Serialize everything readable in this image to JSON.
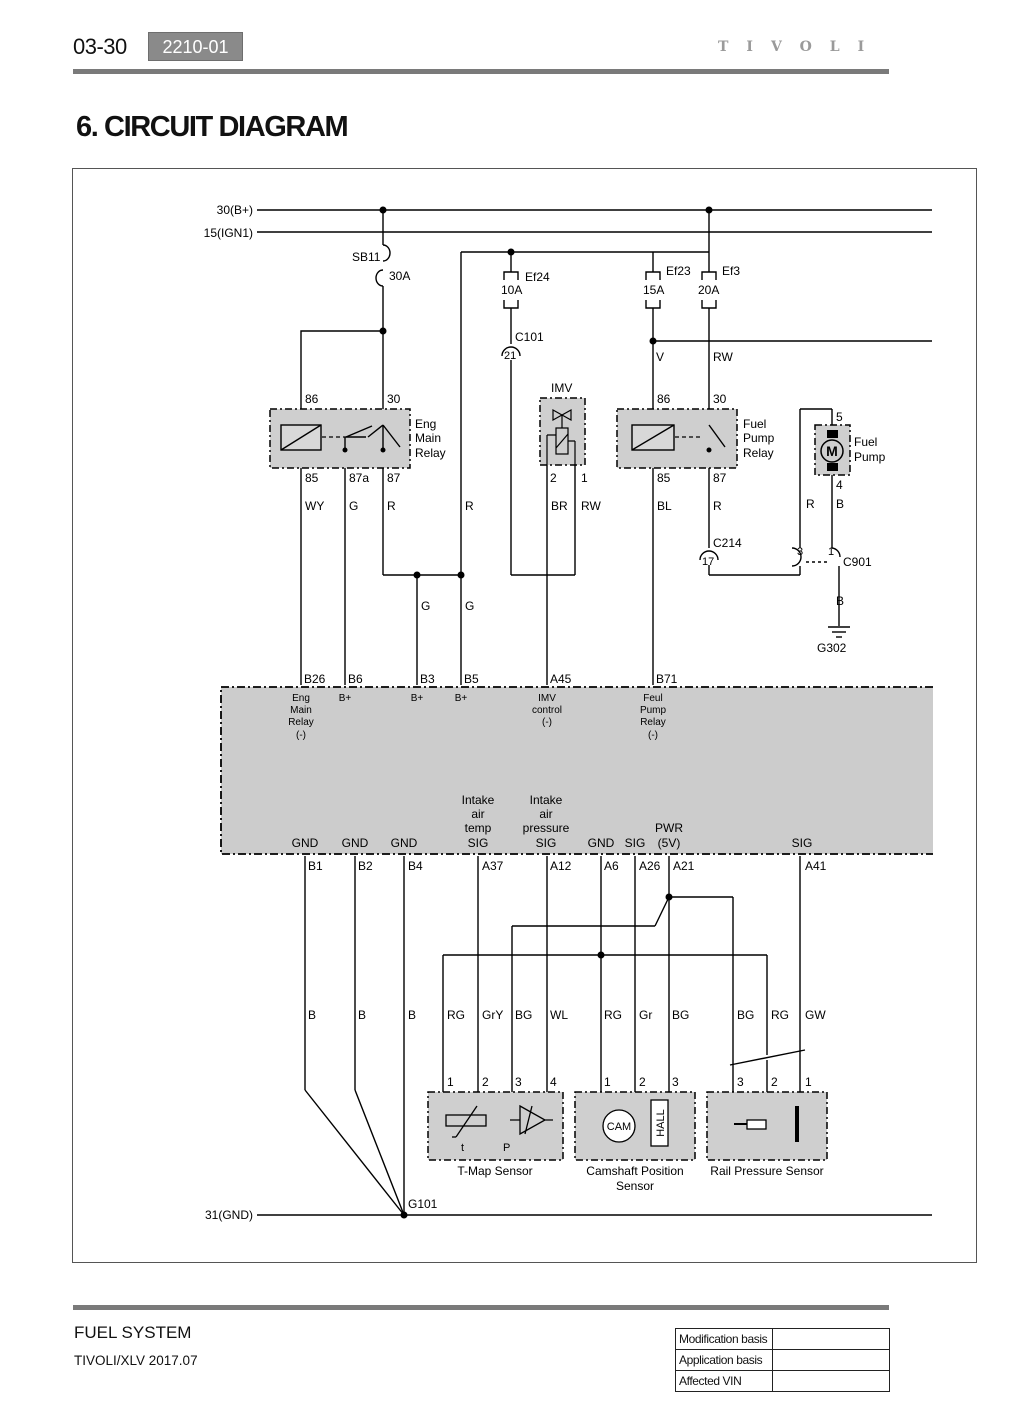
{
  "header": {
    "page_number": "03-30",
    "doc_code": "2210-01",
    "brand": "TIVOLI"
  },
  "title": "6. CIRCUIT DIAGRAM",
  "diagram": {
    "rails": {
      "b_plus": "30(B+)",
      "ign1": "15(IGN1)",
      "gnd": "31(GND)"
    },
    "fuses": [
      {
        "id": "SB11",
        "rating": "30A"
      },
      {
        "id": "Ef24",
        "rating": "10A"
      },
      {
        "id": "Ef23",
        "rating": "15A"
      },
      {
        "id": "Ef3",
        "rating": "20A"
      }
    ],
    "connectors": {
      "c101": "C101",
      "c101_pin": "21",
      "c214": "C214",
      "c214_pin": "17",
      "c901": "C901",
      "c901_pin_a": "3",
      "c901_pin_b": "1"
    },
    "eng_main_relay": {
      "name": [
        "Eng",
        "Main",
        "Relay"
      ],
      "pins": {
        "p86": "86",
        "p30": "30",
        "p85": "85",
        "p87a": "87a",
        "p87": "87"
      }
    },
    "imv": {
      "name": "IMV",
      "pins": {
        "p2": "2",
        "p1": "1"
      }
    },
    "fuel_pump_relay": {
      "name": [
        "Fuel",
        "Pump",
        "Relay"
      ],
      "pins": {
        "p86": "86",
        "p30": "30",
        "p85": "85",
        "p87": "87"
      }
    },
    "fuel_pump": {
      "name": [
        "Fuel",
        "Pump"
      ],
      "symbol": "M",
      "pins": {
        "p5": "5",
        "p4": "4"
      }
    },
    "ground_g302": "G302",
    "ground_g101": "G101",
    "wire_colors": {
      "v": "V",
      "rw_ef3": "RW",
      "wy": "WY",
      "g_87a": "G",
      "r_87": "R",
      "r_b5": "R",
      "br": "BR",
      "rw_imv": "RW",
      "bl": "BL",
      "r_fp87": "R",
      "r_pump": "R",
      "b_pump": "B",
      "g_b3": "G",
      "g_b5": "G",
      "b_g302": "B",
      "b_b1": "B",
      "b_b2": "B",
      "b_b4": "B",
      "rg_tmap1": "RG",
      "gry": "GrY",
      "bg_tmap3": "BG",
      "wl": "WL",
      "rg_cam1": "RG",
      "gr": "Gr",
      "bg_cam3": "BG",
      "bg_rail3": "BG",
      "rg_rail2": "RG",
      "gw": "GW"
    },
    "ecu": {
      "top_pins": [
        {
          "pin": "B26",
          "label": [
            "Eng",
            "Main",
            "Relay",
            "(-)"
          ]
        },
        {
          "pin": "B6",
          "label": [
            "B+"
          ]
        },
        {
          "pin": "B3",
          "label": [
            "B+"
          ]
        },
        {
          "pin": "B5",
          "label": [
            "B+"
          ]
        },
        {
          "pin": "A45",
          "label": [
            "IMV",
            "control",
            "(-)"
          ]
        },
        {
          "pin": "B71",
          "label": [
            "Feul",
            "Pump",
            "Relay",
            "(-)"
          ]
        }
      ],
      "bottom_pins": [
        {
          "pin": "B1",
          "label": [
            "GND"
          ]
        },
        {
          "pin": "B2",
          "label": [
            "GND"
          ]
        },
        {
          "pin": "B4",
          "label": [
            "GND"
          ]
        },
        {
          "pin": "A37",
          "label": [
            "Intake",
            "air",
            "temp",
            "SIG"
          ]
        },
        {
          "pin": "A12",
          "label": [
            "Intake",
            "air",
            "pressure",
            "SIG"
          ]
        },
        {
          "pin": "A6",
          "label": [
            "GND"
          ]
        },
        {
          "pin": "A26",
          "label": [
            "SIG"
          ]
        },
        {
          "pin": "A21",
          "label": [
            "PWR",
            "(5V)"
          ]
        },
        {
          "pin": "A41",
          "label": [
            "SIG"
          ]
        }
      ]
    },
    "sensors": [
      {
        "name": [
          "T-Map Sensor"
        ],
        "pins": [
          "1",
          "2",
          "3",
          "4"
        ],
        "symbols": [
          "t",
          "P"
        ]
      },
      {
        "name": [
          "Camshaft Position",
          "Sensor"
        ],
        "pins": [
          "1",
          "2",
          "3"
        ],
        "symbols": [
          "CAM",
          "HALL"
        ]
      },
      {
        "name": [
          "Rail Pressure Sensor"
        ],
        "pins": [
          "3",
          "2",
          "1"
        ]
      }
    ]
  },
  "footer": {
    "system": "FUEL SYSTEM",
    "model": "TIVOLI/XLV 2017.07",
    "revision_table": [
      {
        "label": "Modification basis",
        "value": ""
      },
      {
        "label": "Application basis",
        "value": ""
      },
      {
        "label": "Affected VIN",
        "value": ""
      }
    ]
  }
}
